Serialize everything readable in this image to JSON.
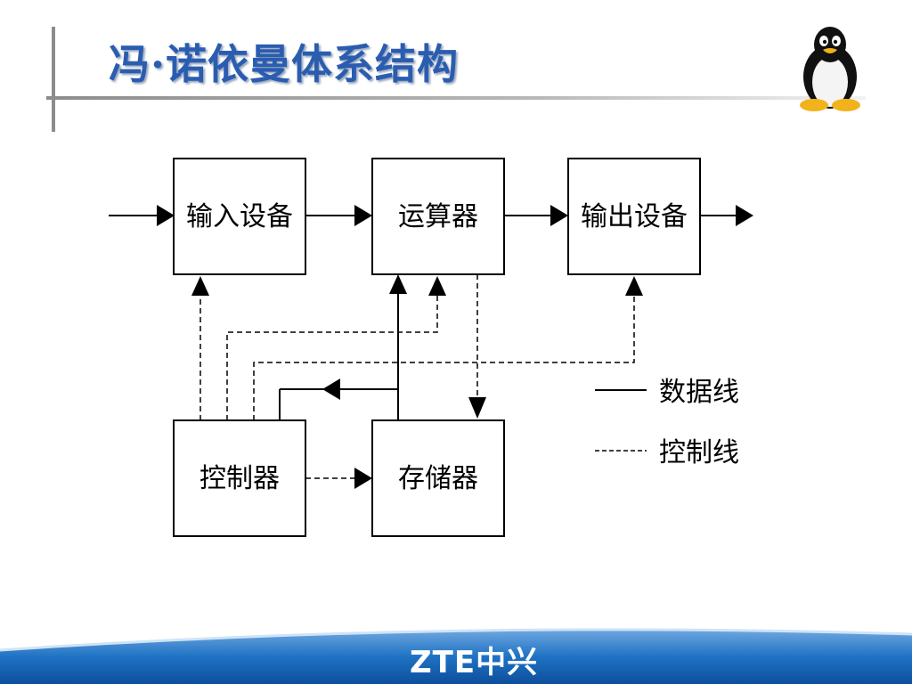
{
  "slide": {
    "title": "冯·诺依曼体系结构",
    "logo_text": "ZTE中兴"
  },
  "diagram": {
    "boxes": {
      "input": "输入设备",
      "alu": "运算器",
      "output": "输出设备",
      "control": "控制器",
      "memory": "存储器"
    },
    "legend": {
      "data_line": "数据线",
      "control_line": "控制线"
    }
  },
  "colors": {
    "title": "#2a5db0",
    "footer_blue": "#1565b8"
  }
}
